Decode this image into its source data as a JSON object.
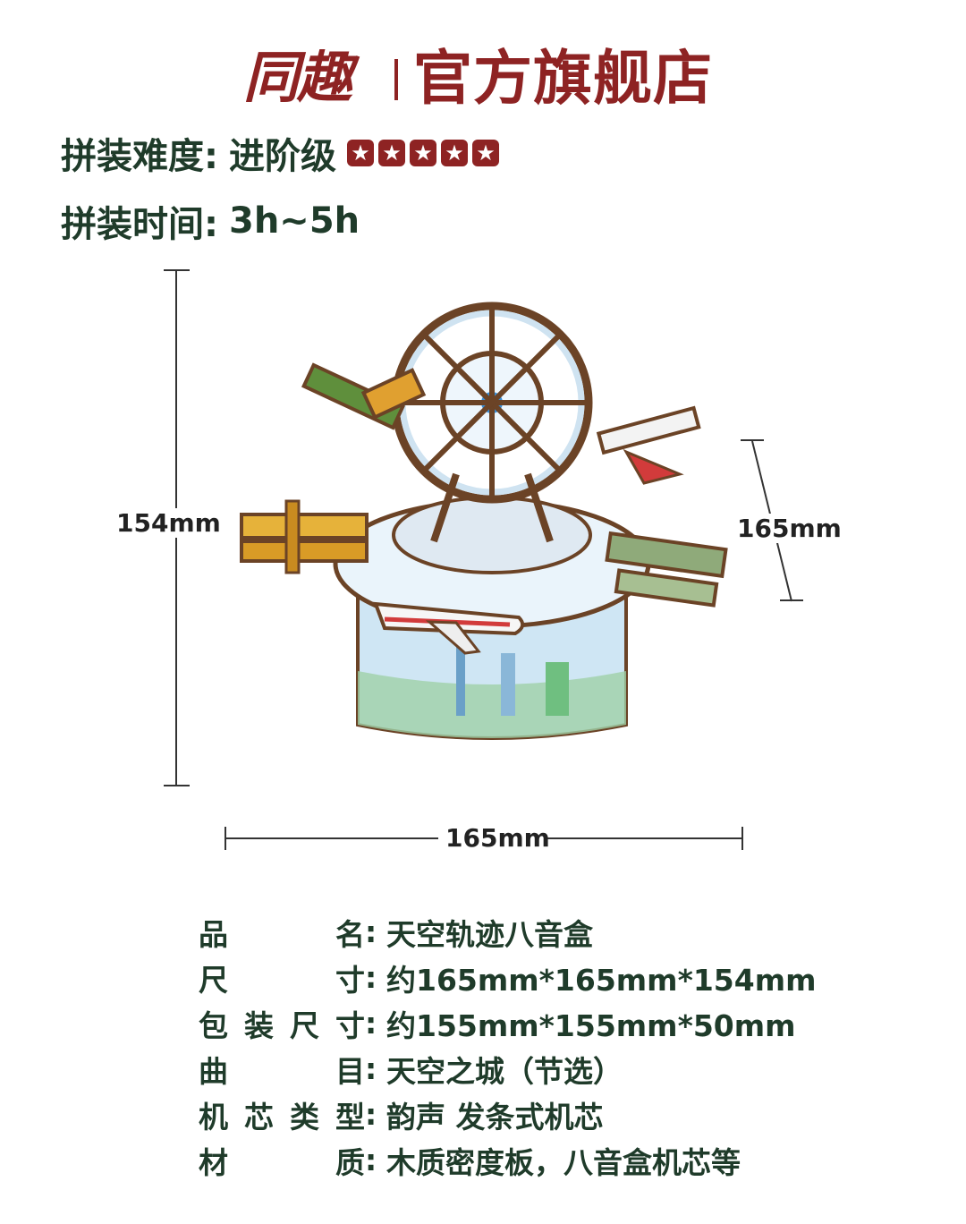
{
  "header": {
    "brand_script": "同趣",
    "brand_title": "官方旗舰店"
  },
  "info": {
    "difficulty_label": "拼装难度:",
    "difficulty_value": "进阶级",
    "stars": 5,
    "time_label": "拼装时间:",
    "time_value": "3h~5h"
  },
  "dimensions": {
    "height": "154mm",
    "depth": "165mm",
    "width": "165mm"
  },
  "specs": [
    {
      "key_chars": [
        "品",
        "名"
      ],
      "value": "天空轨迹八音盒"
    },
    {
      "key_chars": [
        "尺",
        "寸"
      ],
      "value": "约165mm*165mm*154mm"
    },
    {
      "key_chars": [
        "包",
        "装",
        "尺",
        "寸"
      ],
      "value": "约155mm*155mm*50mm"
    },
    {
      "key_chars": [
        "曲",
        "目"
      ],
      "value": "天空之城（节选）"
    },
    {
      "key_chars": [
        "机",
        "芯",
        "类",
        "型"
      ],
      "value": "韵声 发条式机芯"
    },
    {
      "key_chars": [
        "材",
        "质"
      ],
      "value": "木质密度板，八音盒机芯等"
    }
  ],
  "colors": {
    "brand": "#8e2323",
    "text": "#1f3b2a"
  }
}
